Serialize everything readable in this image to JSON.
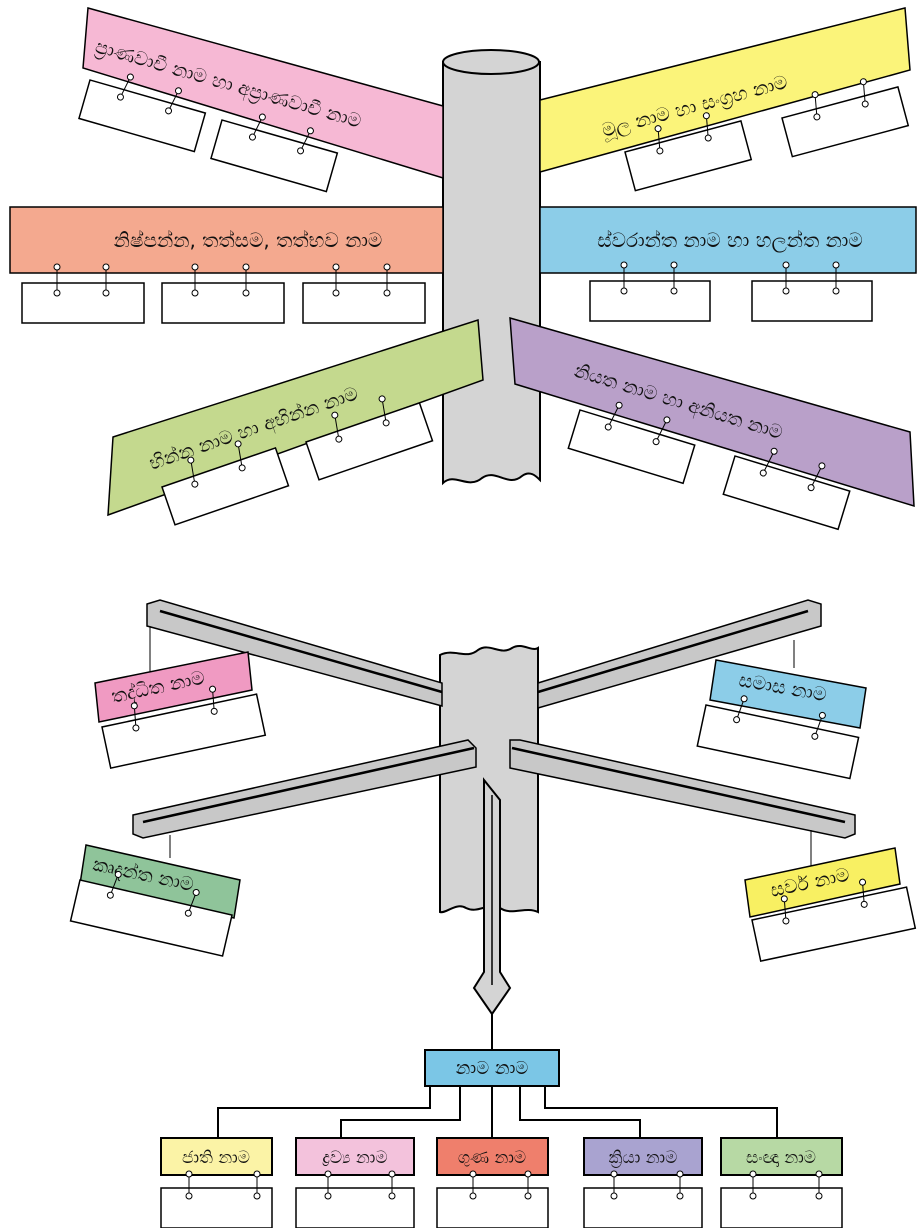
{
  "signpost_top": {
    "boards": {
      "pranavachi": "ප්‍රාණවාචී නාම හා අප්‍රාණවාචී නාම",
      "mula": "මූල නාම හා සංග්‍රහ නාම",
      "nishpanna": "නිෂ්පන්න, තත්සම, තත්භව නාම",
      "swaranta": "ස්වරාන්ත නාම හා හලන්ත නාම",
      "bhinna": "භින්න නාම හා අභින්න නාම",
      "niyata": "නියත නාම හා අනියත නාම"
    }
  },
  "signpost_bottom": {
    "boards": {
      "taddhita": "තද්ධිත නාම",
      "samasa": "සමාස නාම",
      "krudanta": "කෘදන්ත නාම",
      "sarva": "සර්ව නාම"
    }
  },
  "tree": {
    "root": "නාම නාම",
    "children": {
      "jati": "ජාති නාම",
      "dravya": "ද්‍රව්‍ය නාම",
      "guna": "ගුණ නාම",
      "kriya": "ක්‍රියා නාම",
      "sangnya": "සංඥා නාම"
    }
  },
  "colors": {
    "pink": "#f6b8d4",
    "yellow": "#fbf47a",
    "salmon": "#f4a98f",
    "blue": "#8ccde8",
    "green": "#c4d98e",
    "purple": "#b9a0c9",
    "pole": "#d4d4d4",
    "bright_pink": "#f09ac2",
    "dark_green": "#8fc49a",
    "bright_yellow": "#f8f062",
    "tree_blue": "#7bc6e6",
    "tree_yellow": "#fbf3a6",
    "tree_pink": "#f3c2dc",
    "tree_red": "#ef7f6c",
    "tree_purple": "#a9a3d0",
    "tree_green": "#b7d9a4"
  }
}
